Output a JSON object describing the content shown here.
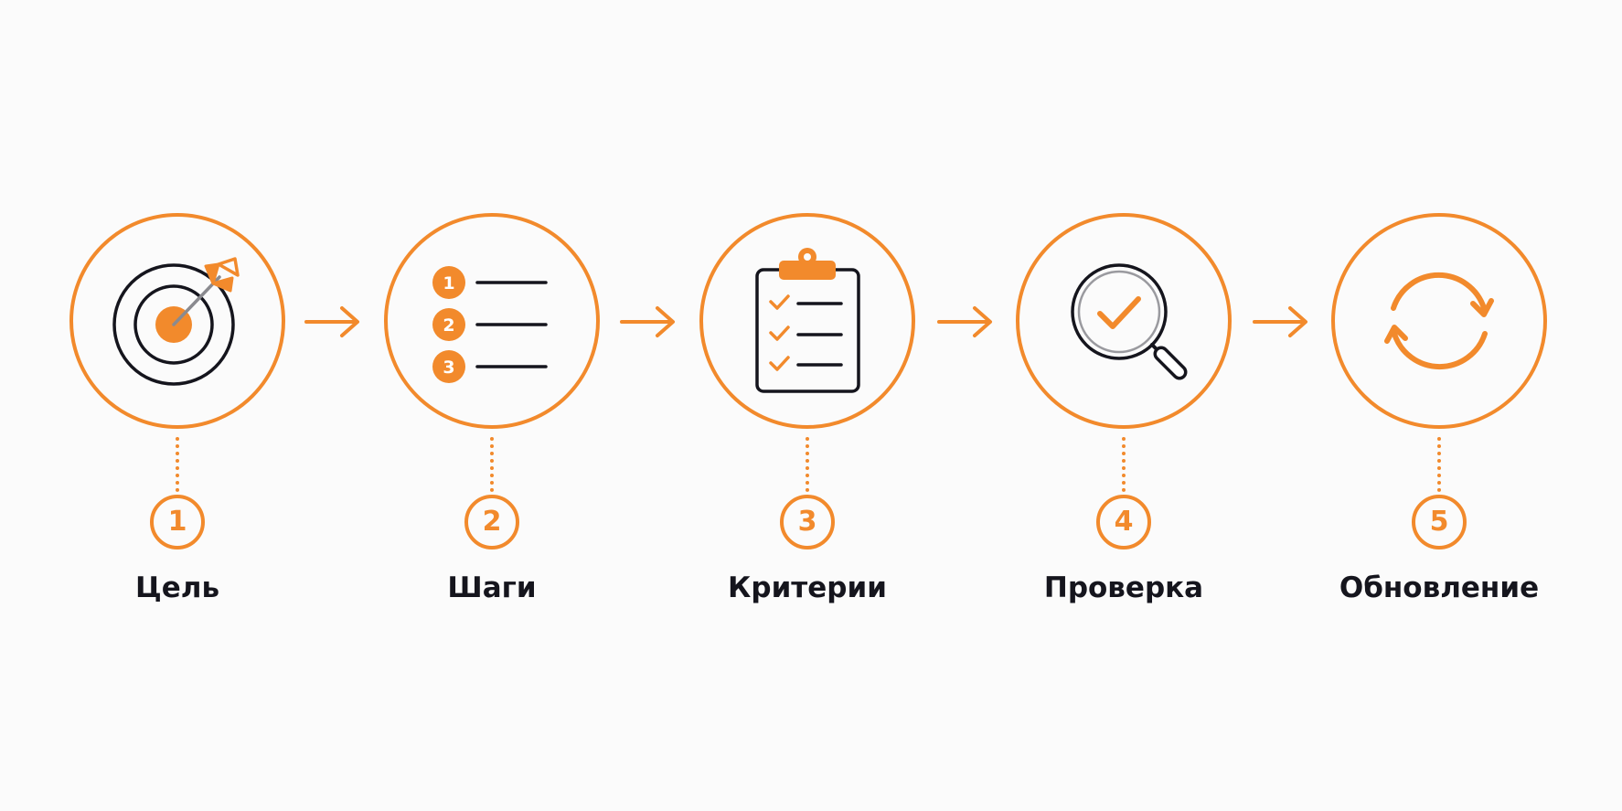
{
  "colors": {
    "accent": "#f28a2c",
    "dark": "#15151d",
    "background": "#fbfbfb"
  },
  "steps": [
    {
      "number": "1",
      "label": "Цель",
      "icon": "target-icon"
    },
    {
      "number": "2",
      "label": "Шаги",
      "icon": "numbered-list-icon"
    },
    {
      "number": "3",
      "label": "Критерии",
      "icon": "clipboard-checklist-icon"
    },
    {
      "number": "4",
      "label": "Проверка",
      "icon": "magnifier-check-icon"
    },
    {
      "number": "5",
      "label": "Обновление",
      "icon": "refresh-cycle-icon"
    }
  ],
  "list_icon_numbers": [
    "1",
    "2",
    "3"
  ]
}
